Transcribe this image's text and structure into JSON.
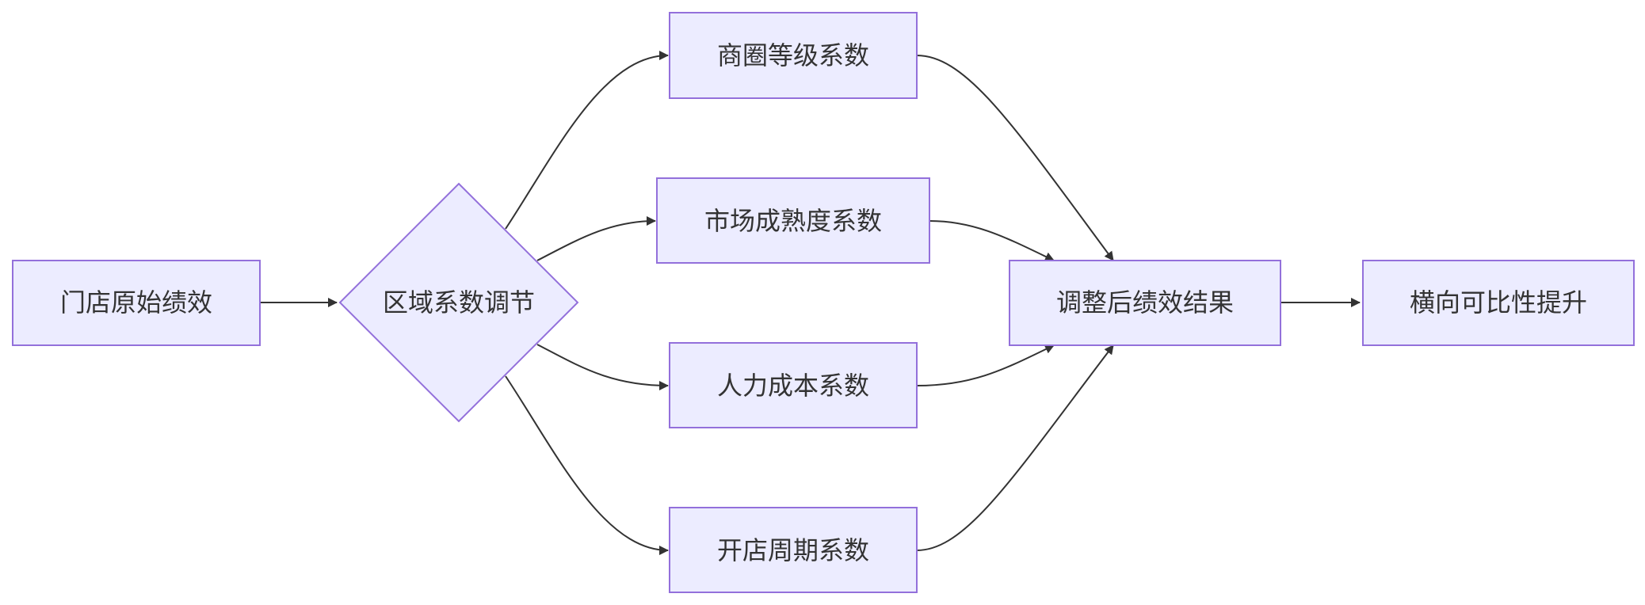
{
  "diagram": {
    "nodes": {
      "original_performance": "门店原始绩效",
      "regional_adjustment": "区域系数调节",
      "business_district_coefficient": "商圈等级系数",
      "market_maturity_coefficient": "市场成熟度系数",
      "labor_cost_coefficient": "人力成本系数",
      "store_age_coefficient": "开店周期系数",
      "adjusted_result": "调整后绩效结果",
      "comparability_improvement": "横向可比性提升"
    },
    "colors": {
      "node_fill": "#ECECFF",
      "node_stroke": "#9370DB",
      "edge": "#333333",
      "text": "#333333"
    }
  }
}
